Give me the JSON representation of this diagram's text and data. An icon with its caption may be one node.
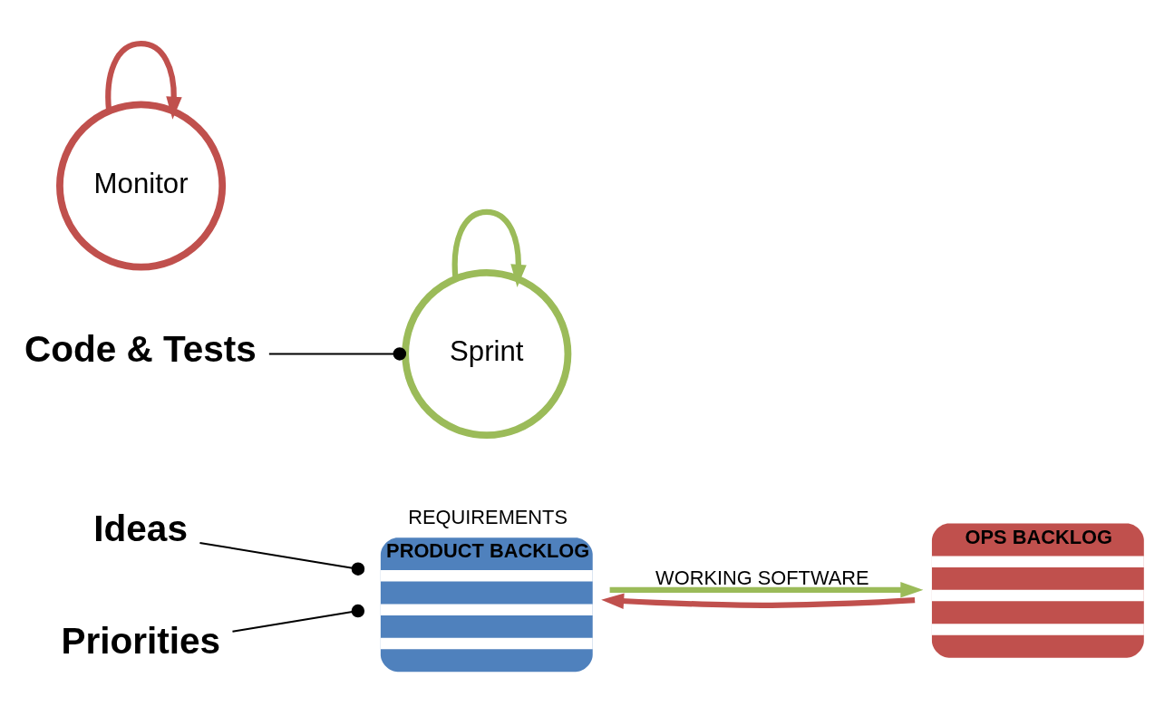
{
  "diagram": {
    "nodes": [
      {
        "text": [
          "PRODUCT BACKLOG"
        ],
        "beside": [
          "REQUIREMENTS"
        ]
      },
      {
        "text": [
          "Ideas"
        ]
      },
      {
        "text": [
          "Priorities"
        ]
      },
      {
        "text": [
          "Code & Tests"
        ]
      },
      {
        "text": [
          "Sprint"
        ]
      },
      {
        "text": [
          "Monitor"
        ]
      },
      {
        "text": [
          "OPS BACKLOG"
        ]
      }
    ],
    "edges": [
      {
        "from": 1,
        "to": 0,
        "arrow": "other",
        "color": "#000000"
      },
      {
        "from": 2,
        "to": 0,
        "arrow": "other",
        "color": "#000000"
      },
      {
        "from": 3,
        "to": 4,
        "arrow": "other",
        "color": "#000000"
      },
      {
        "from": 0,
        "to": 6,
        "arrow": "to",
        "label": "WORKING SOFTWARE",
        "color": "#9bbb59"
      },
      {
        "from": 4,
        "to": 4,
        "arrow": "to",
        "color": "#9bbb59"
      },
      {
        "from": 6,
        "to": 0,
        "arrow": "to",
        "color": "#c0504d"
      },
      {
        "from": 5,
        "to": 5,
        "arrow": "to",
        "color": "#c0504d"
      }
    ]
  }
}
